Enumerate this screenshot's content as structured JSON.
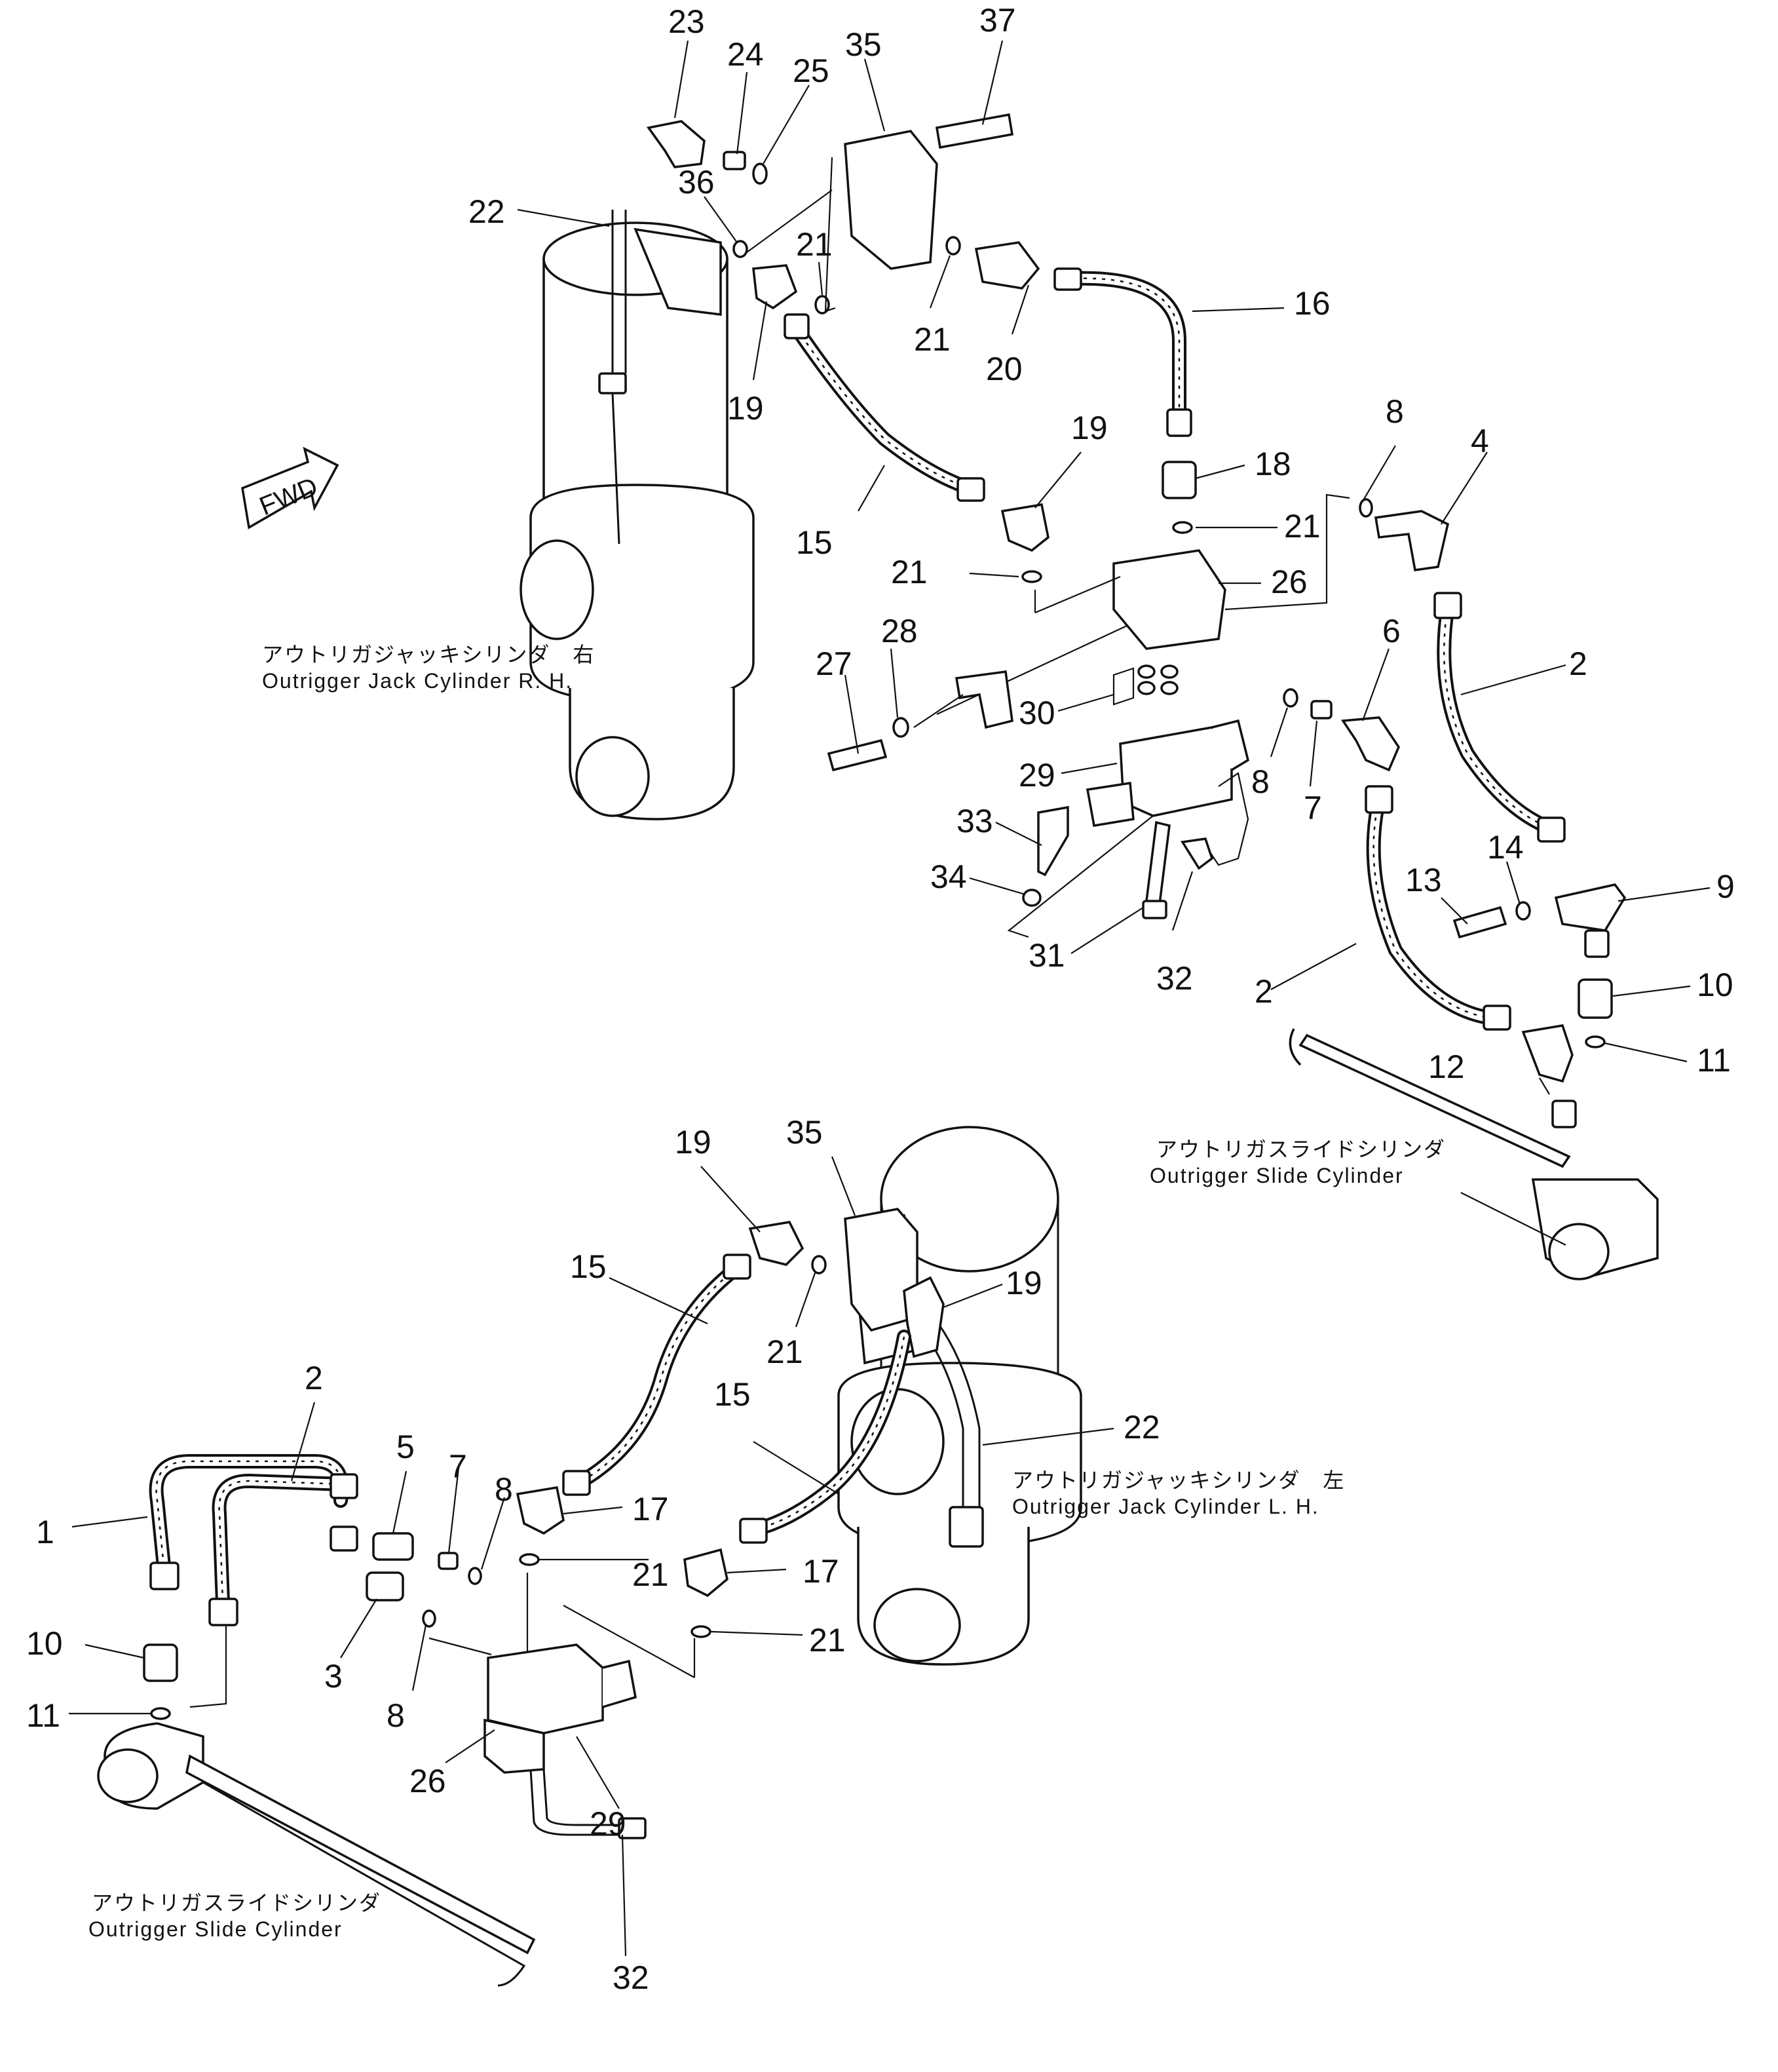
{
  "callouts": {
    "c37": "37",
    "c23": "23",
    "c24": "24",
    "c25": "25",
    "c35a": "35",
    "c36": "36",
    "c22a": "22",
    "c21a": "21",
    "c21b": "21",
    "c20": "20",
    "c16": "16",
    "c19a": "19",
    "c19b": "19",
    "c8a": "8",
    "c4": "4",
    "c18": "18",
    "c21c": "21",
    "c15a": "15",
    "c21d": "21",
    "c26a": "26",
    "c6": "6",
    "c2a": "2",
    "c27": "27",
    "c28": "28",
    "c30": "30",
    "c29a": "29",
    "c8b": "8",
    "c7a": "7",
    "c33": "33",
    "c14": "14",
    "c13": "13",
    "c9": "9",
    "c34": "34",
    "c31": "31",
    "c32a": "32",
    "c2b": "2",
    "c10a": "10",
    "c12": "12",
    "c11a": "11",
    "c19c": "19",
    "c35b": "35",
    "c15b": "15",
    "c19d": "19",
    "c21e": "21",
    "c2c": "2",
    "c15c": "15",
    "c22b": "22",
    "c5": "5",
    "c7b": "7",
    "c8c": "8",
    "c17a": "17",
    "c1": "1",
    "c21f": "21",
    "c17b": "17",
    "c10b": "10",
    "c3": "3",
    "c8d": "8",
    "c21g": "21",
    "c11b": "11",
    "c26b": "26",
    "c29b": "29",
    "c32b": "32"
  },
  "captions": {
    "jack_rh_jp": "アウトリガジャッキシリンダ　右",
    "jack_rh_en": "Outrigger  Jack  Cylinder  R. H.",
    "slide_r_jp": "アウトリガスライドシリンダ",
    "slide_r_en": "Outrigger  Slide  Cylinder",
    "jack_lh_jp": "アウトリガジャッキシリンダ　左",
    "jack_lh_en": "Outrigger  Jack  Cylinder  L. H.",
    "slide_l_jp": "アウトリガスライドシリンダ",
    "slide_l_en": "Outrigger  Slide  Cylinder"
  },
  "fwd_label": "FWD"
}
